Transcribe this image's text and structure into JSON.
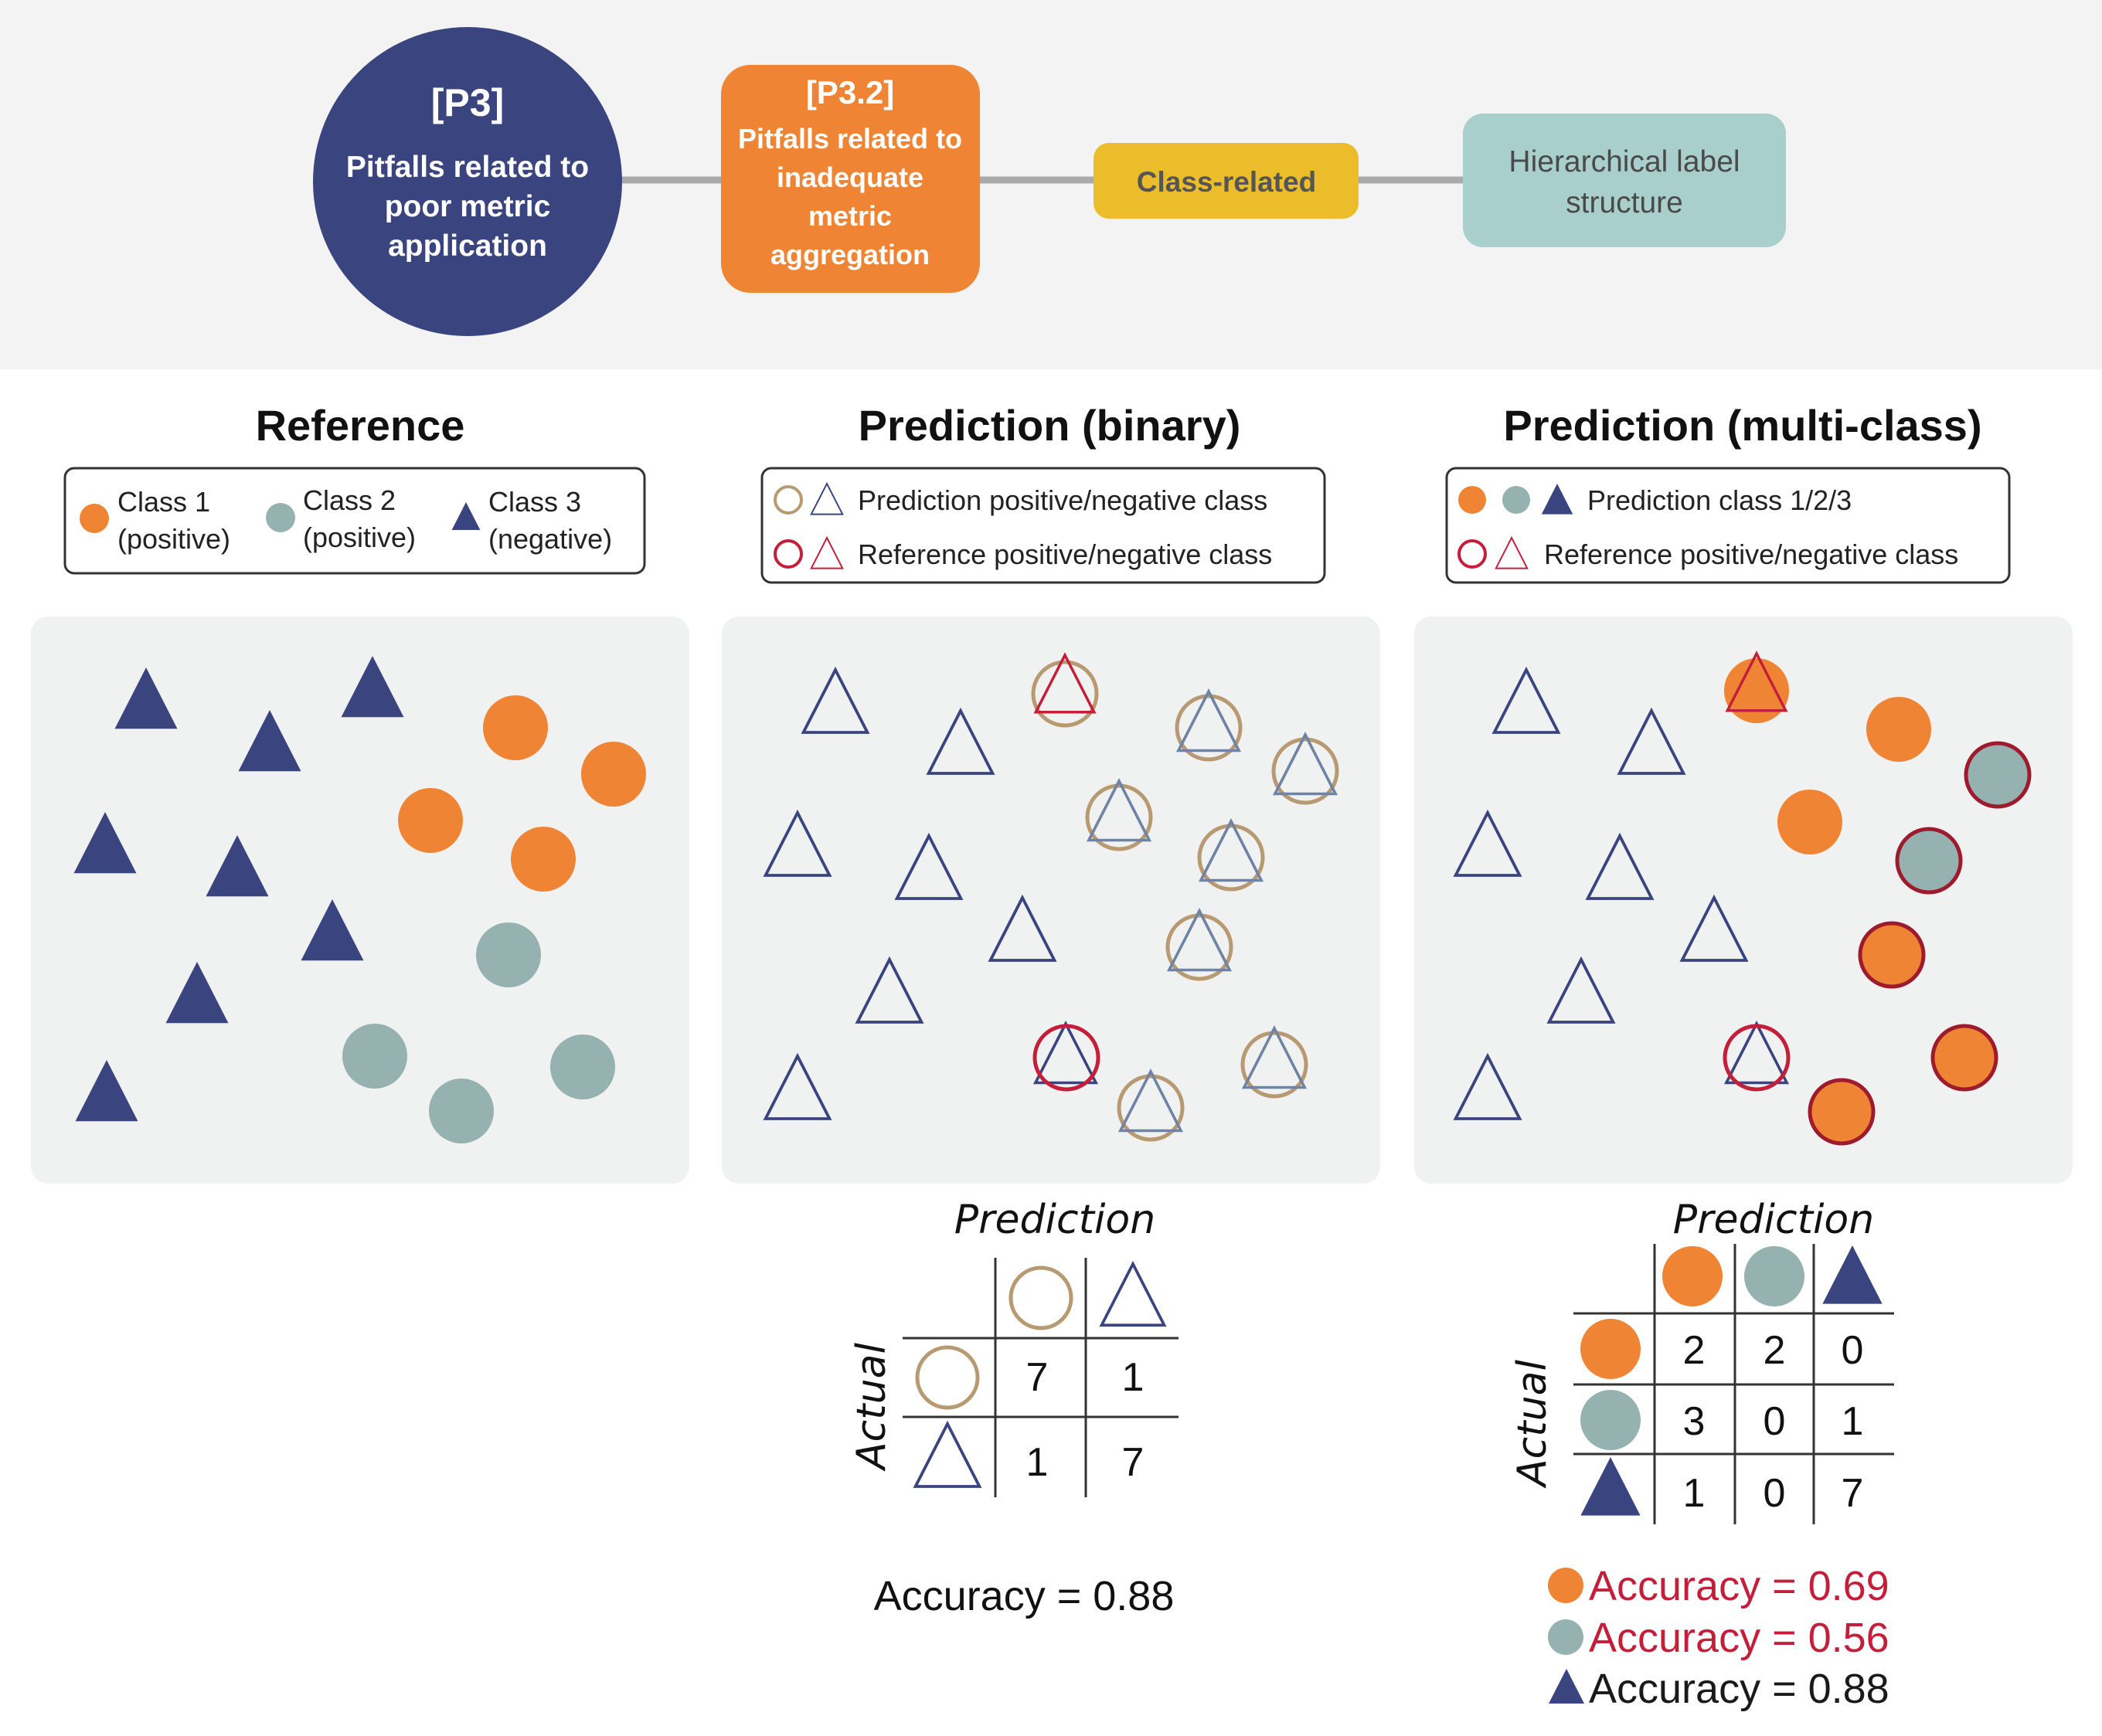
{
  "colors": {
    "header_bg": "#f3f3f3",
    "panel_bg": "#f0f1f1",
    "navy": "#3a4580",
    "orange": "#ef8534",
    "teal": "#95b1b0",
    "tan": "#b89a72",
    "red": "#c41f3a",
    "slate": "#6f83a4",
    "yellow": "#ecbd2a",
    "light_teal": "#a9cfcc",
    "connector": "#aaaaaa"
  },
  "header": {
    "p3": {
      "code": "[P3]",
      "lines": [
        "Pitfalls related to",
        "poor metric",
        "application"
      ]
    },
    "p32": {
      "code": "[P3.2]",
      "lines": [
        "Pitfalls related to",
        "inadequate",
        "metric",
        "aggregation"
      ]
    },
    "class_related": "Class-related",
    "hierarchical": [
      "Hierarchical label",
      "structure"
    ]
  },
  "reference": {
    "title": "Reference",
    "legend": [
      {
        "icon": "orange-circle-icon",
        "line1": "Class 1",
        "line2": "(positive)"
      },
      {
        "icon": "teal-circle-icon",
        "line1": "Class 2",
        "line2": "(positive)"
      },
      {
        "icon": "navy-triangle-icon",
        "line1": "Class 3",
        "line2": "(negative)"
      }
    ]
  },
  "binary": {
    "title": "Prediction (binary)",
    "legend": [
      "Prediction positive/negative class",
      "Reference positive/negative class"
    ],
    "matrix": {
      "col_label": "Prediction",
      "row_label": "Actual",
      "cells": [
        [
          "7",
          "1"
        ],
        [
          "1",
          "7"
        ]
      ]
    },
    "accuracy": "Accuracy = 0.88"
  },
  "multiclass": {
    "title": "Prediction (multi-class)",
    "legend": [
      "Prediction class 1/2/3",
      "Reference positive/negative class"
    ],
    "matrix": {
      "col_label": "Prediction",
      "row_label": "Actual",
      "cells": [
        [
          "2",
          "2",
          "0"
        ],
        [
          "3",
          "0",
          "1"
        ],
        [
          "1",
          "0",
          "7"
        ]
      ]
    },
    "accuracies": [
      {
        "icon": "orange-circle-icon",
        "text": "Accuracy = 0.69",
        "color": "#c41f3a"
      },
      {
        "icon": "teal-circle-icon",
        "text": "Accuracy = 0.56",
        "color": "#c41f3a"
      },
      {
        "icon": "navy-triangle-icon",
        "text": "Accuracy = 0.88",
        "color": "#1a1a1a"
      }
    ]
  }
}
